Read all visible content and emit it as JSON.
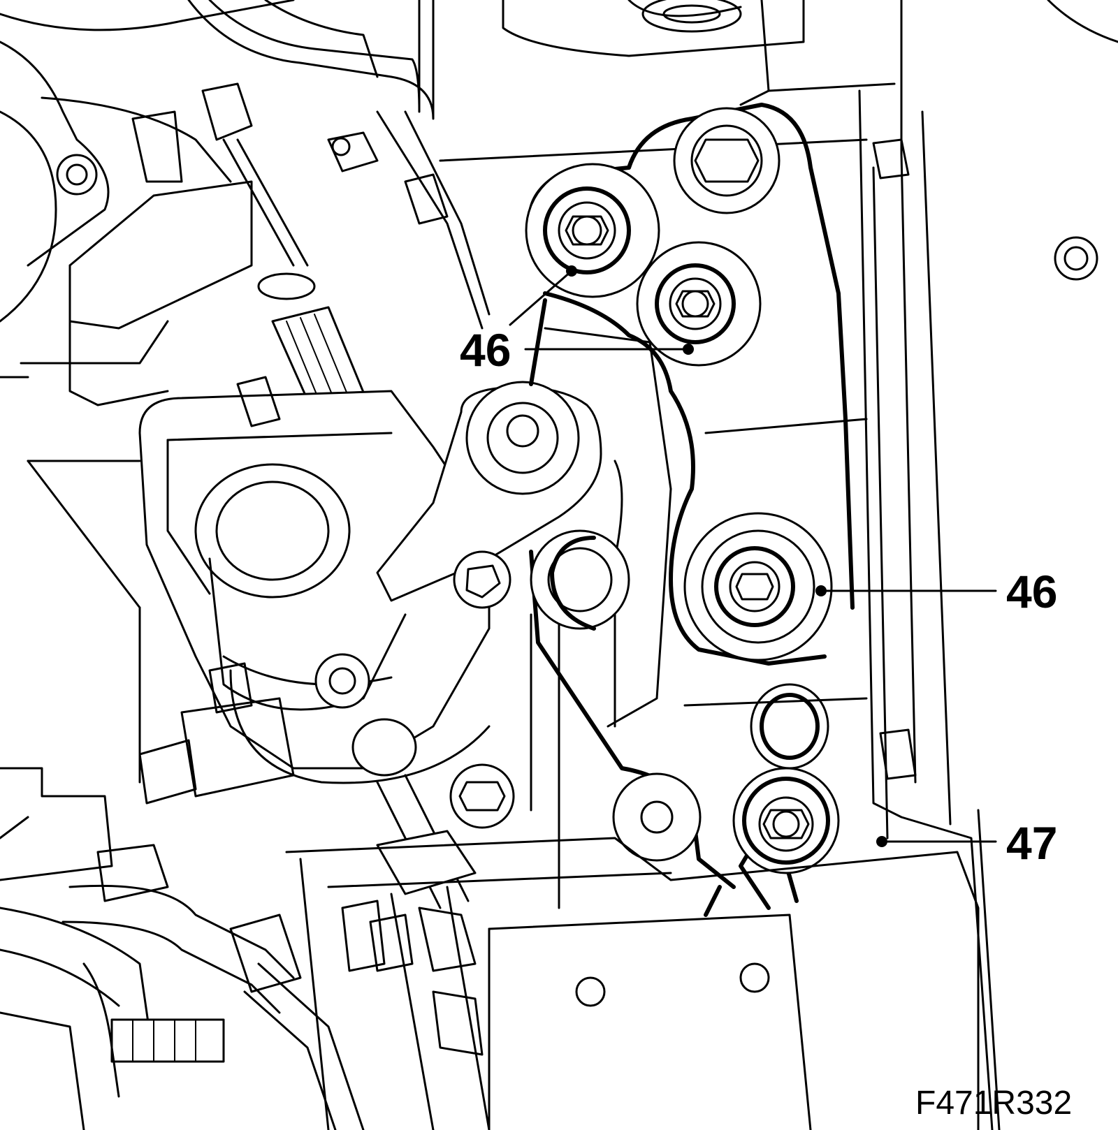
{
  "callouts": [
    {
      "id": "upper",
      "label": "46"
    },
    {
      "id": "right",
      "label": "46"
    },
    {
      "id": "lower",
      "label": "47"
    }
  ],
  "figure_ref": "F471R332",
  "colors": {
    "line": "#000000",
    "background": "#ffffff"
  }
}
